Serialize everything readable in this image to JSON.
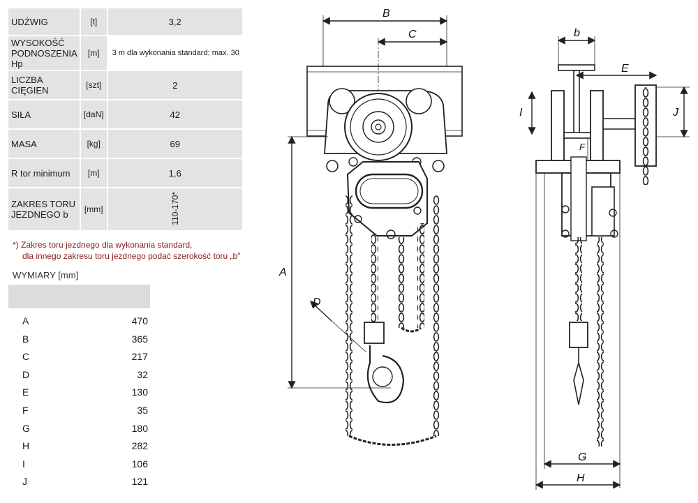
{
  "spec": [
    {
      "name": "UDŹWIG",
      "unit": "[t]",
      "value": "3,2"
    },
    {
      "name_lines": [
        "WYSOKOŚĆ",
        "PODNOSZENIA Hp"
      ],
      "unit": "[m]",
      "value": "3 m dla wykonania standard; max. 30"
    },
    {
      "name": "LICZBA CIĘGIEN",
      "unit": "[szt]",
      "value": "2"
    },
    {
      "name": "SIŁA",
      "unit": "[daN]",
      "value": "42"
    },
    {
      "name": "MASA",
      "unit": "[kg]",
      "value": "69"
    },
    {
      "name": "R tor minimum",
      "unit": "[m]",
      "value": "1,6"
    },
    {
      "name_lines": [
        "ZAKRES TORU",
        "JEZDNEGO b"
      ],
      "unit": "[mm]",
      "value": "110-170*"
    }
  ],
  "note": {
    "line1": "*) Zakres toru jezdnego dla wykonania standard,",
    "line2": "dla innego zakresu toru jezdnego podać szerokość toru „b\""
  },
  "dimensions_title": "WYMIARY [mm]",
  "dimensions": [
    {
      "label": "A",
      "value": "470"
    },
    {
      "label": "B",
      "value": "365"
    },
    {
      "label": "C",
      "value": "217"
    },
    {
      "label": "D",
      "value": "32"
    },
    {
      "label": "E",
      "value": "130"
    },
    {
      "label": "F",
      "value": "35"
    },
    {
      "label": "G",
      "value": "180"
    },
    {
      "label": "H",
      "value": "282"
    },
    {
      "label": "I",
      "value": "106"
    },
    {
      "label": "J",
      "value": "121"
    }
  ],
  "drawing_labels": {
    "A": "A",
    "B": "B",
    "C": "C",
    "D": "D",
    "E": "E",
    "F": "F",
    "G": "G",
    "H": "H",
    "I": "I",
    "J": "J",
    "b": "b"
  }
}
